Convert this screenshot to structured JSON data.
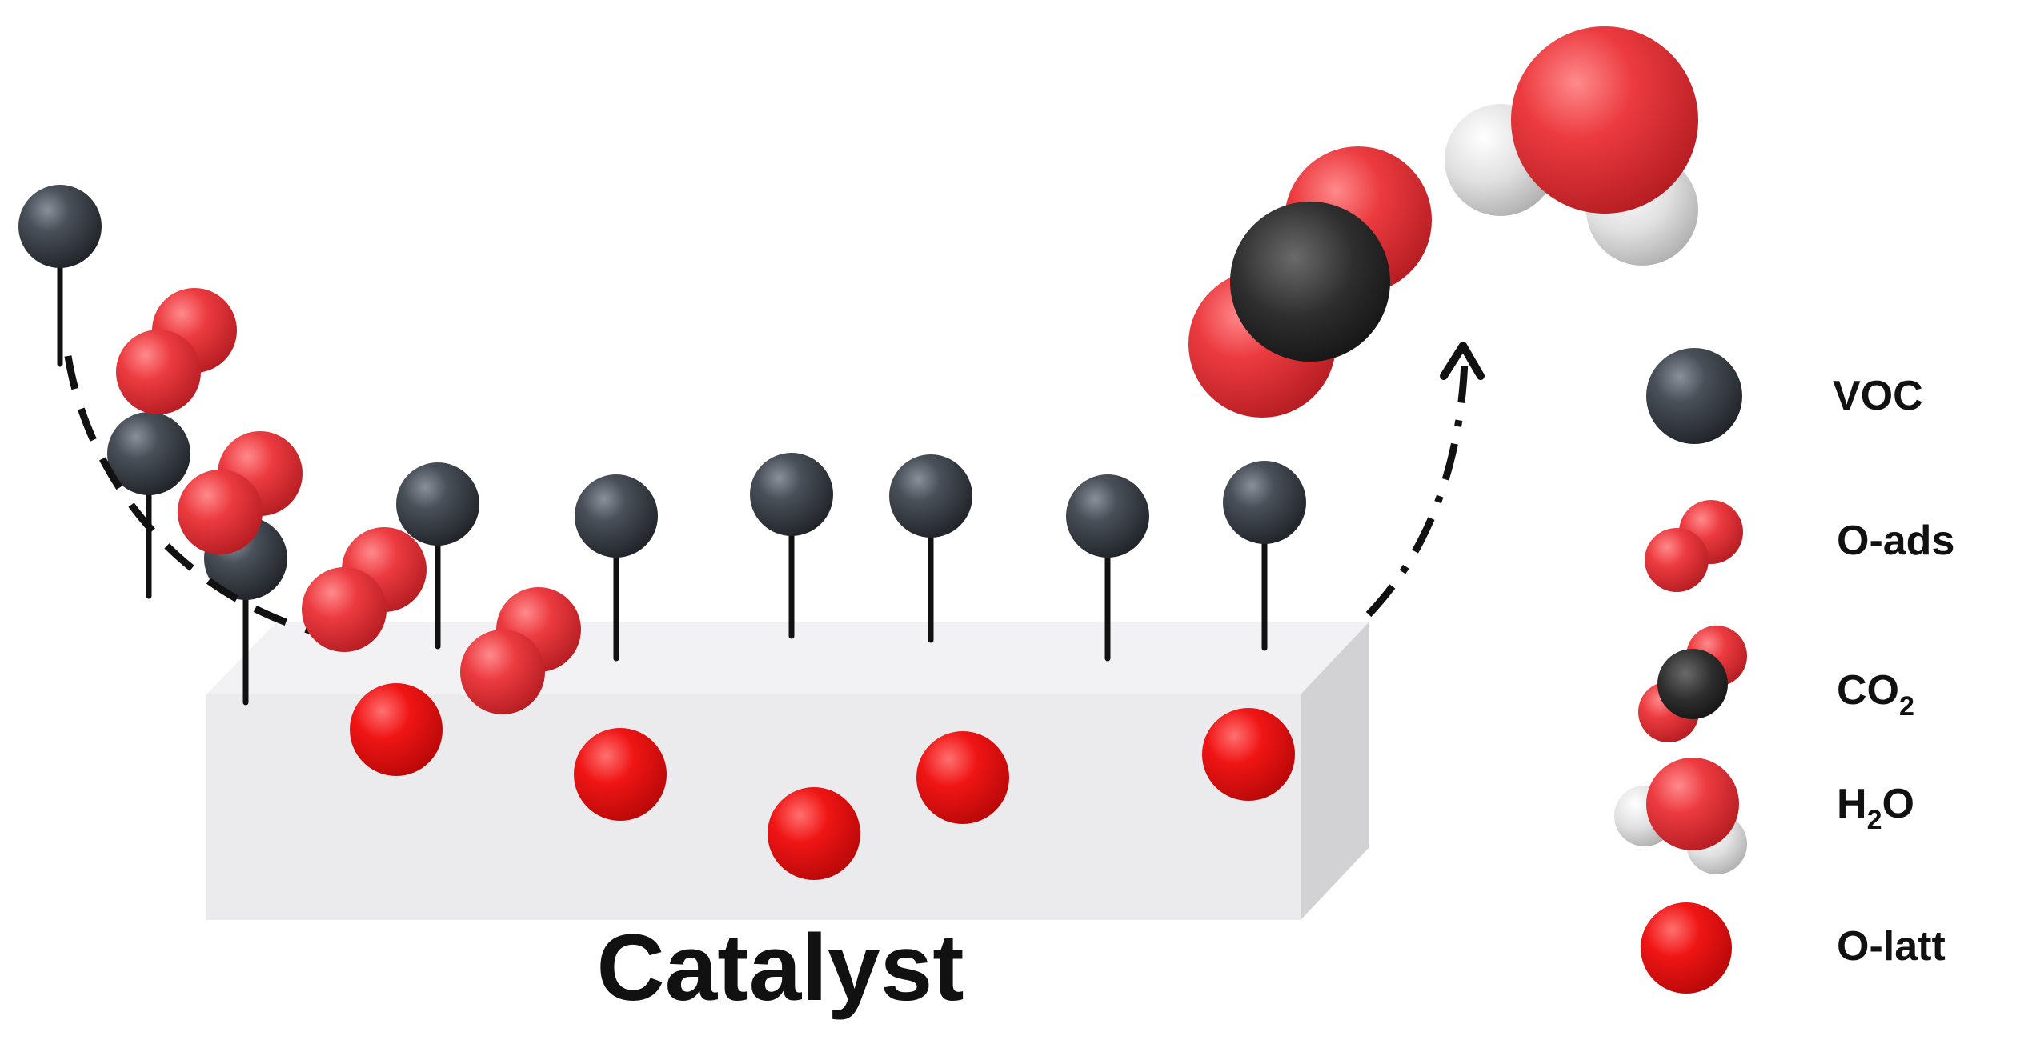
{
  "catalyst": {
    "label": "Catalyst"
  },
  "legend": {
    "items": [
      {
        "key": "voc",
        "label": "VOC"
      },
      {
        "key": "o_ads",
        "label": "O-ads"
      },
      {
        "key": "co2",
        "label_main": "CO",
        "label_sub": "2"
      },
      {
        "key": "h2o",
        "label_h": "H",
        "label_sub": "2",
        "label_o": "O"
      },
      {
        "key": "o_latt",
        "label": "O-latt"
      }
    ]
  },
  "colors": {
    "voc": "#3b4047",
    "oxygen": "#e8353a",
    "lattice_oxygen": "#ee1c1c",
    "carbon": "#2a2a2a",
    "hydrogen": "#dcdcdc",
    "slab_front": "#ebebed",
    "slab_side": "#d2d2d5",
    "slab_top": "#f2f2f4"
  }
}
